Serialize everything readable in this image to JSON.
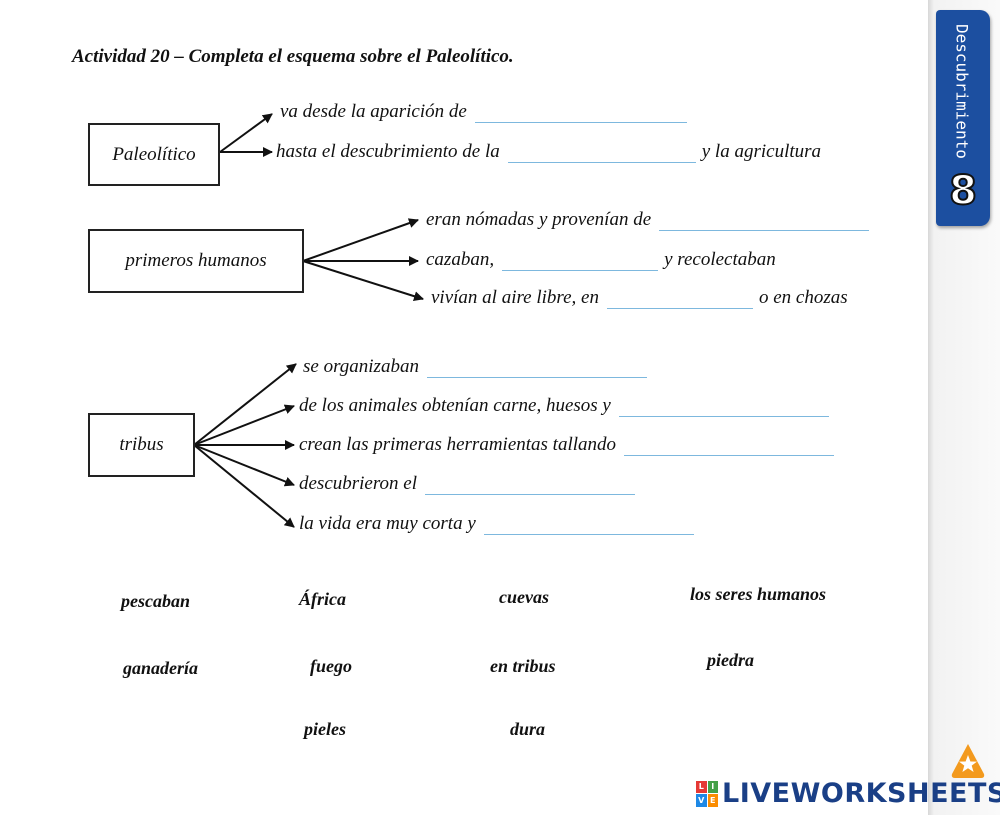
{
  "title": "Actividad 20 – Completa el esquema sobre el Paleolítico.",
  "sections": {
    "paleolitico": {
      "box": "Paleolítico",
      "lines": [
        {
          "before": "va desde la aparición de",
          "after": ""
        },
        {
          "before": "hasta el descubrimiento de la",
          "after": "y la agricultura"
        }
      ]
    },
    "humanos": {
      "box": "primeros humanos",
      "lines": [
        {
          "before": "eran nómadas y provenían de",
          "after": ""
        },
        {
          "before": "cazaban,",
          "after": "y recolectaban"
        },
        {
          "before": "vivían al aire libre, en",
          "after": "o en chozas"
        }
      ]
    },
    "tribus": {
      "box": "tribus",
      "lines": [
        {
          "before": "se organizaban",
          "after": ""
        },
        {
          "before": "de los animales obtenían carne, huesos y",
          "after": ""
        },
        {
          "before": "crean las primeras herramientas tallando",
          "after": ""
        },
        {
          "before": "descubrieron el",
          "after": ""
        },
        {
          "before": "la vida era muy corta y",
          "after": ""
        }
      ]
    }
  },
  "word_bank": [
    "pescaban",
    "África",
    "cuevas",
    "los seres humanos",
    "ganadería",
    "fuego",
    "en tribus",
    "piedra",
    "pieles",
    "dura"
  ],
  "side_tab": {
    "label": "Descubrimiento",
    "number": "8",
    "color": "#1c4fa0"
  },
  "logo": {
    "badge_letters": [
      "L",
      "I",
      "V",
      "E"
    ],
    "badge_colors": [
      "#e53935",
      "#43a047",
      "#1e88e5",
      "#fb8c00"
    ],
    "text": "LIVEWORKSHEETS",
    "color": "#1a3f86"
  },
  "colors": {
    "blank_line": "#7db8de"
  }
}
